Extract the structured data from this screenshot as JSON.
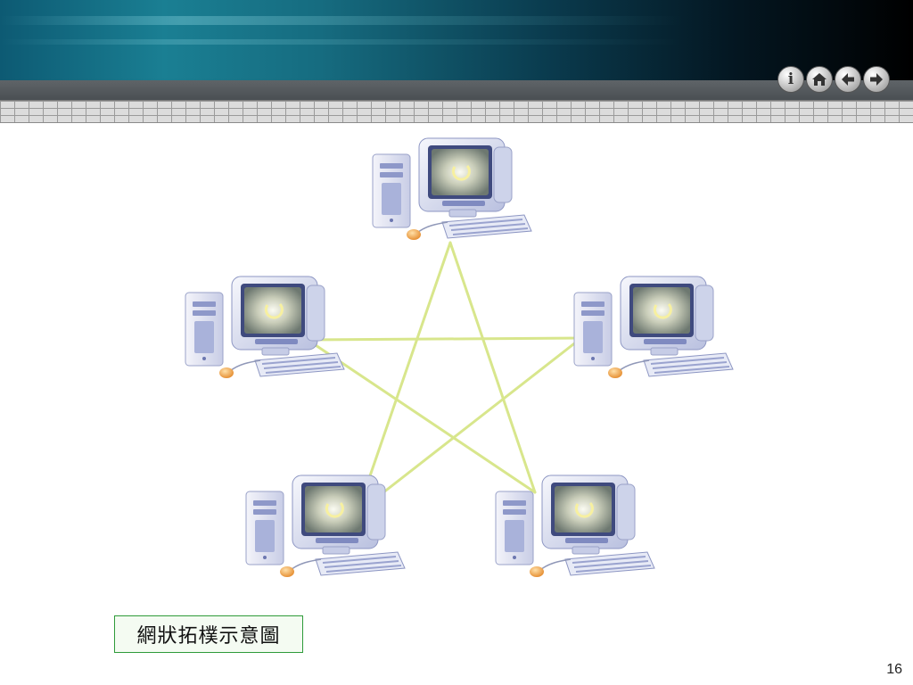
{
  "header": {
    "nav_buttons": [
      {
        "name": "info",
        "icon": "info-icon",
        "glyph": "i"
      },
      {
        "name": "home",
        "icon": "home-icon"
      },
      {
        "name": "back",
        "icon": "arrow-left-icon"
      },
      {
        "name": "forward",
        "icon": "arrow-right-icon"
      }
    ],
    "colors": {
      "banner_dark": "#041722",
      "banner_teal": "#1a7f93"
    }
  },
  "diagram": {
    "type": "mesh-topology",
    "nodes": [
      "computer-top",
      "computer-left",
      "computer-right",
      "computer-bottom-left",
      "computer-bottom-right"
    ],
    "link_color": "#d8e68c"
  },
  "caption": "網狀拓樸示意圖",
  "page_number": "16"
}
